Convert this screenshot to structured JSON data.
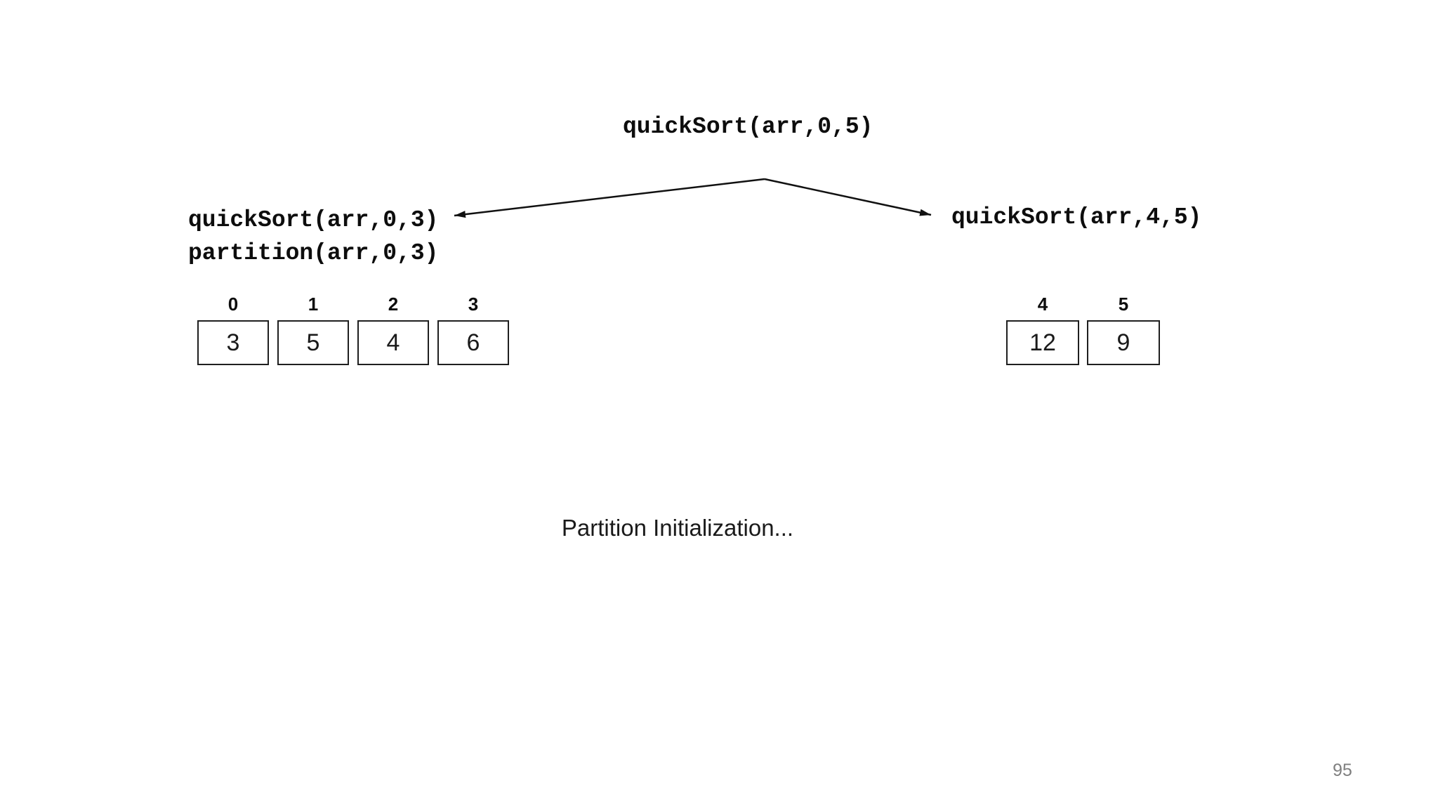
{
  "slide": {
    "page_number": "95"
  },
  "call_tree": {
    "root_call": "quickSort(arr,0,5)",
    "left_call": "quickSort(arr,0,3)",
    "left_partition_call": "partition(arr,0,3)",
    "right_call": "quickSort(arr,4,5)"
  },
  "left_array": {
    "indices": [
      "0",
      "1",
      "2",
      "3"
    ],
    "values": [
      "3",
      "5",
      "4",
      "6"
    ]
  },
  "right_array": {
    "indices": [
      "4",
      "5"
    ],
    "values": [
      "12",
      "9"
    ]
  },
  "caption": "Partition Initialization...",
  "colors": {
    "text": "#111111",
    "box_border": "#1f1f1f",
    "arrow": "#111111",
    "page_number": "#7f7f7f",
    "background": "#ffffff"
  }
}
